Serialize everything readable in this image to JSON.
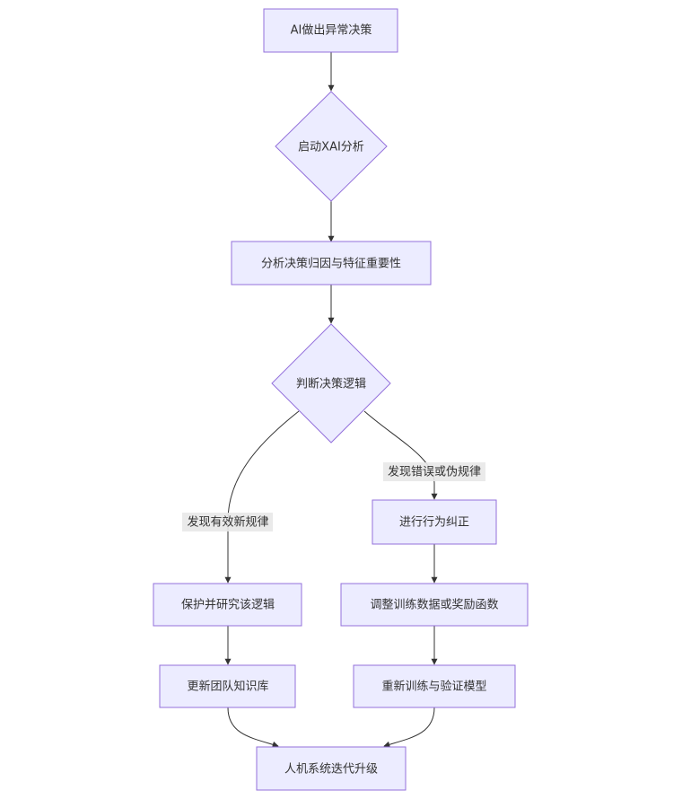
{
  "nodes": {
    "ai_decision": "AI做出异常决策",
    "start_xai": "启动XAI分析",
    "analyze_attribution": "分析决策归因与特征重要性",
    "judge_logic": "判断决策逻辑",
    "correct_behavior": "进行行为纠正",
    "protect_research": "保护并研究该逻辑",
    "adjust_data": "调整训练数据或奖励函数",
    "update_kb": "更新团队知识库",
    "retrain_validate": "重新训练与验证模型",
    "iterate_upgrade": "人机系统迭代升级"
  },
  "edges": {
    "found_error": "发现错误或伪规律",
    "found_valid": "发现有效新规律"
  },
  "colors": {
    "node_fill": "#ECECFF",
    "node_stroke": "#9370DB",
    "edge": "#333333",
    "label_bg": "#e8e8e8"
  }
}
